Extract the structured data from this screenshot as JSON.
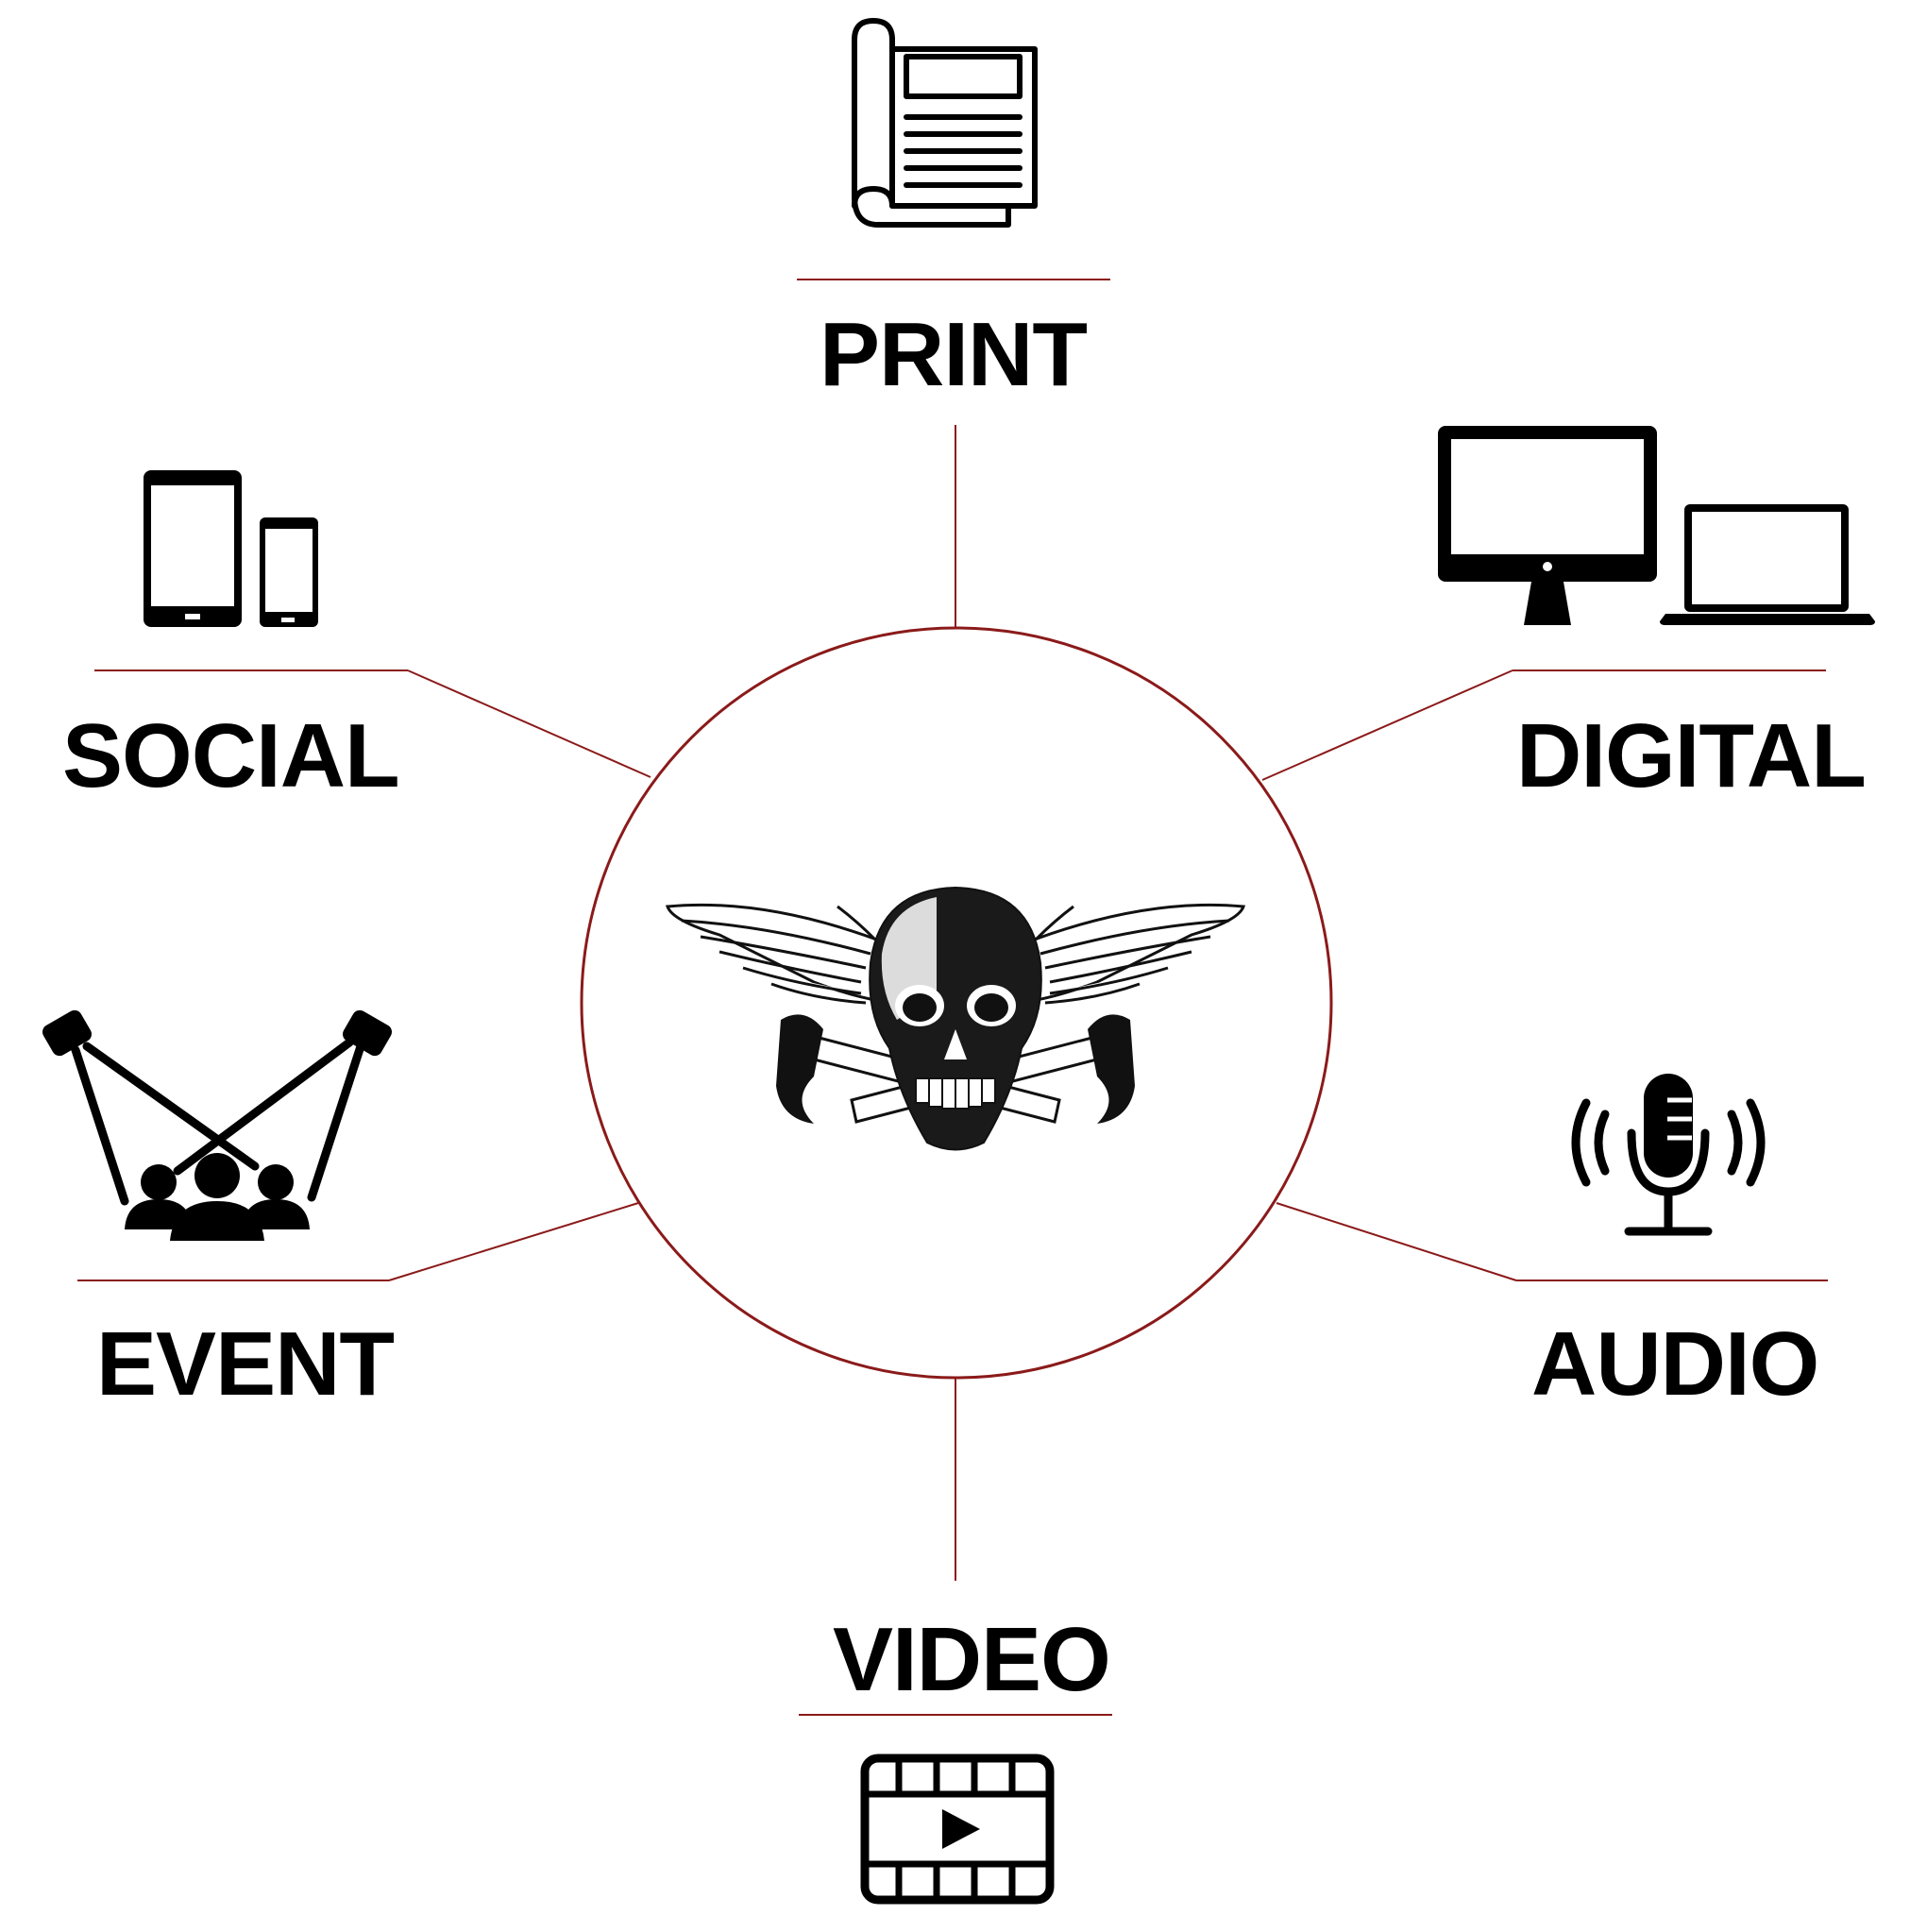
{
  "colors": {
    "accent": "#8b1a1a",
    "ink": "#000000",
    "background": "#ffffff"
  },
  "center": {
    "emblem_icon": "winged-skull-crossed-hammers-emblem"
  },
  "nodes": [
    {
      "id": "print",
      "label": "PRINT",
      "icon": "newspaper-scroll-icon"
    },
    {
      "id": "digital",
      "label": "DIGITAL",
      "icon": "monitor-and-laptop-icon"
    },
    {
      "id": "audio",
      "label": "AUDIO",
      "icon": "microphone-broadcast-icon"
    },
    {
      "id": "video",
      "label": "VIDEO",
      "icon": "film-play-icon"
    },
    {
      "id": "event",
      "label": "EVENT",
      "icon": "spotlights-audience-icon"
    },
    {
      "id": "social",
      "label": "SOCIAL",
      "icon": "tablet-and-phone-icon"
    }
  ]
}
